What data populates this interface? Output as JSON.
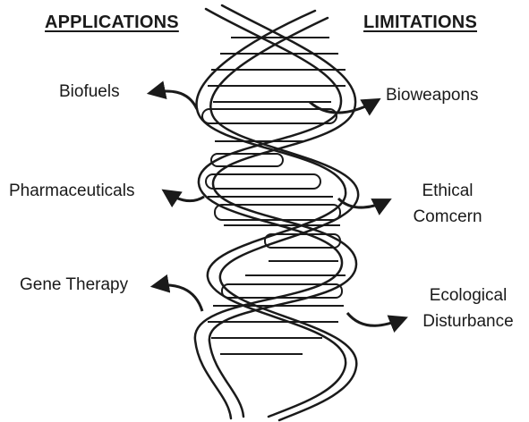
{
  "headings": {
    "left": "APPLICATIONS",
    "right": "LIMITATIONS"
  },
  "applications": {
    "item_1": "Biofuels",
    "item_2": "Pharmaceuticals",
    "item_3": "Gene Therapy"
  },
  "limitations": {
    "item_1": "Bioweapons",
    "item_2_line_1": "Ethical",
    "item_2_line_2": "Comcern",
    "item_3_line_1": "Ecological",
    "item_3_line_2": "Disturbance"
  },
  "colors": {
    "ink": "#1a1a1a",
    "background": "#ffffff"
  },
  "icons": [
    "dna-double-helix-icon",
    "curved-arrow-icon"
  ]
}
